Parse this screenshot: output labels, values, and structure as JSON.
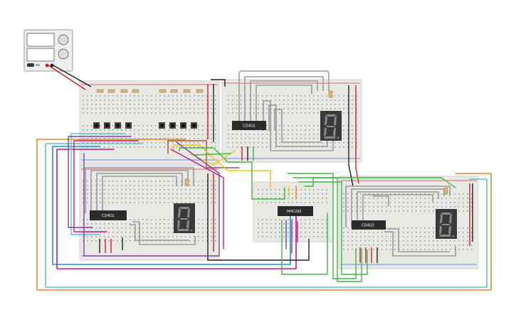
{
  "colors": {
    "background": "#ffffff",
    "breadboard": "#e6e6e3",
    "breadboard_rail_red": "#d43b3b",
    "breadboard_rail_blue": "#3b6fd4",
    "ic_body": "#2b2b2b",
    "display_body": "#3a3a3a",
    "segment_off": "#7a7a7a",
    "wire_gray": "#9a9a9a",
    "wire_orange": "#e6891e",
    "wire_teal": "#5cc4c4",
    "wire_blue": "#1f8fd6",
    "wire_magenta": "#c2188b",
    "wire_purple": "#7b3fb3",
    "wire_green": "#3db83d",
    "wire_yellow": "#f2c21a",
    "wire_red": "#d62020",
    "wire_black": "#222222",
    "wire_brown": "#9b5a2a"
  },
  "components": {
    "power_supply": {
      "icon": "power-supply-icon"
    },
    "chips": [
      {
        "id": "ic-top",
        "label": "CD4511"
      },
      {
        "id": "ic-left",
        "label": "CD4511"
      },
      {
        "id": "ic-center",
        "label": "74HC283"
      },
      {
        "id": "ic-right",
        "label": "CD4511"
      }
    ],
    "displays": [
      {
        "id": "display-top",
        "digit": "8"
      },
      {
        "id": "display-left",
        "digit": "8"
      },
      {
        "id": "display-right",
        "digit": "8"
      }
    ],
    "push_buttons_count": 8
  }
}
